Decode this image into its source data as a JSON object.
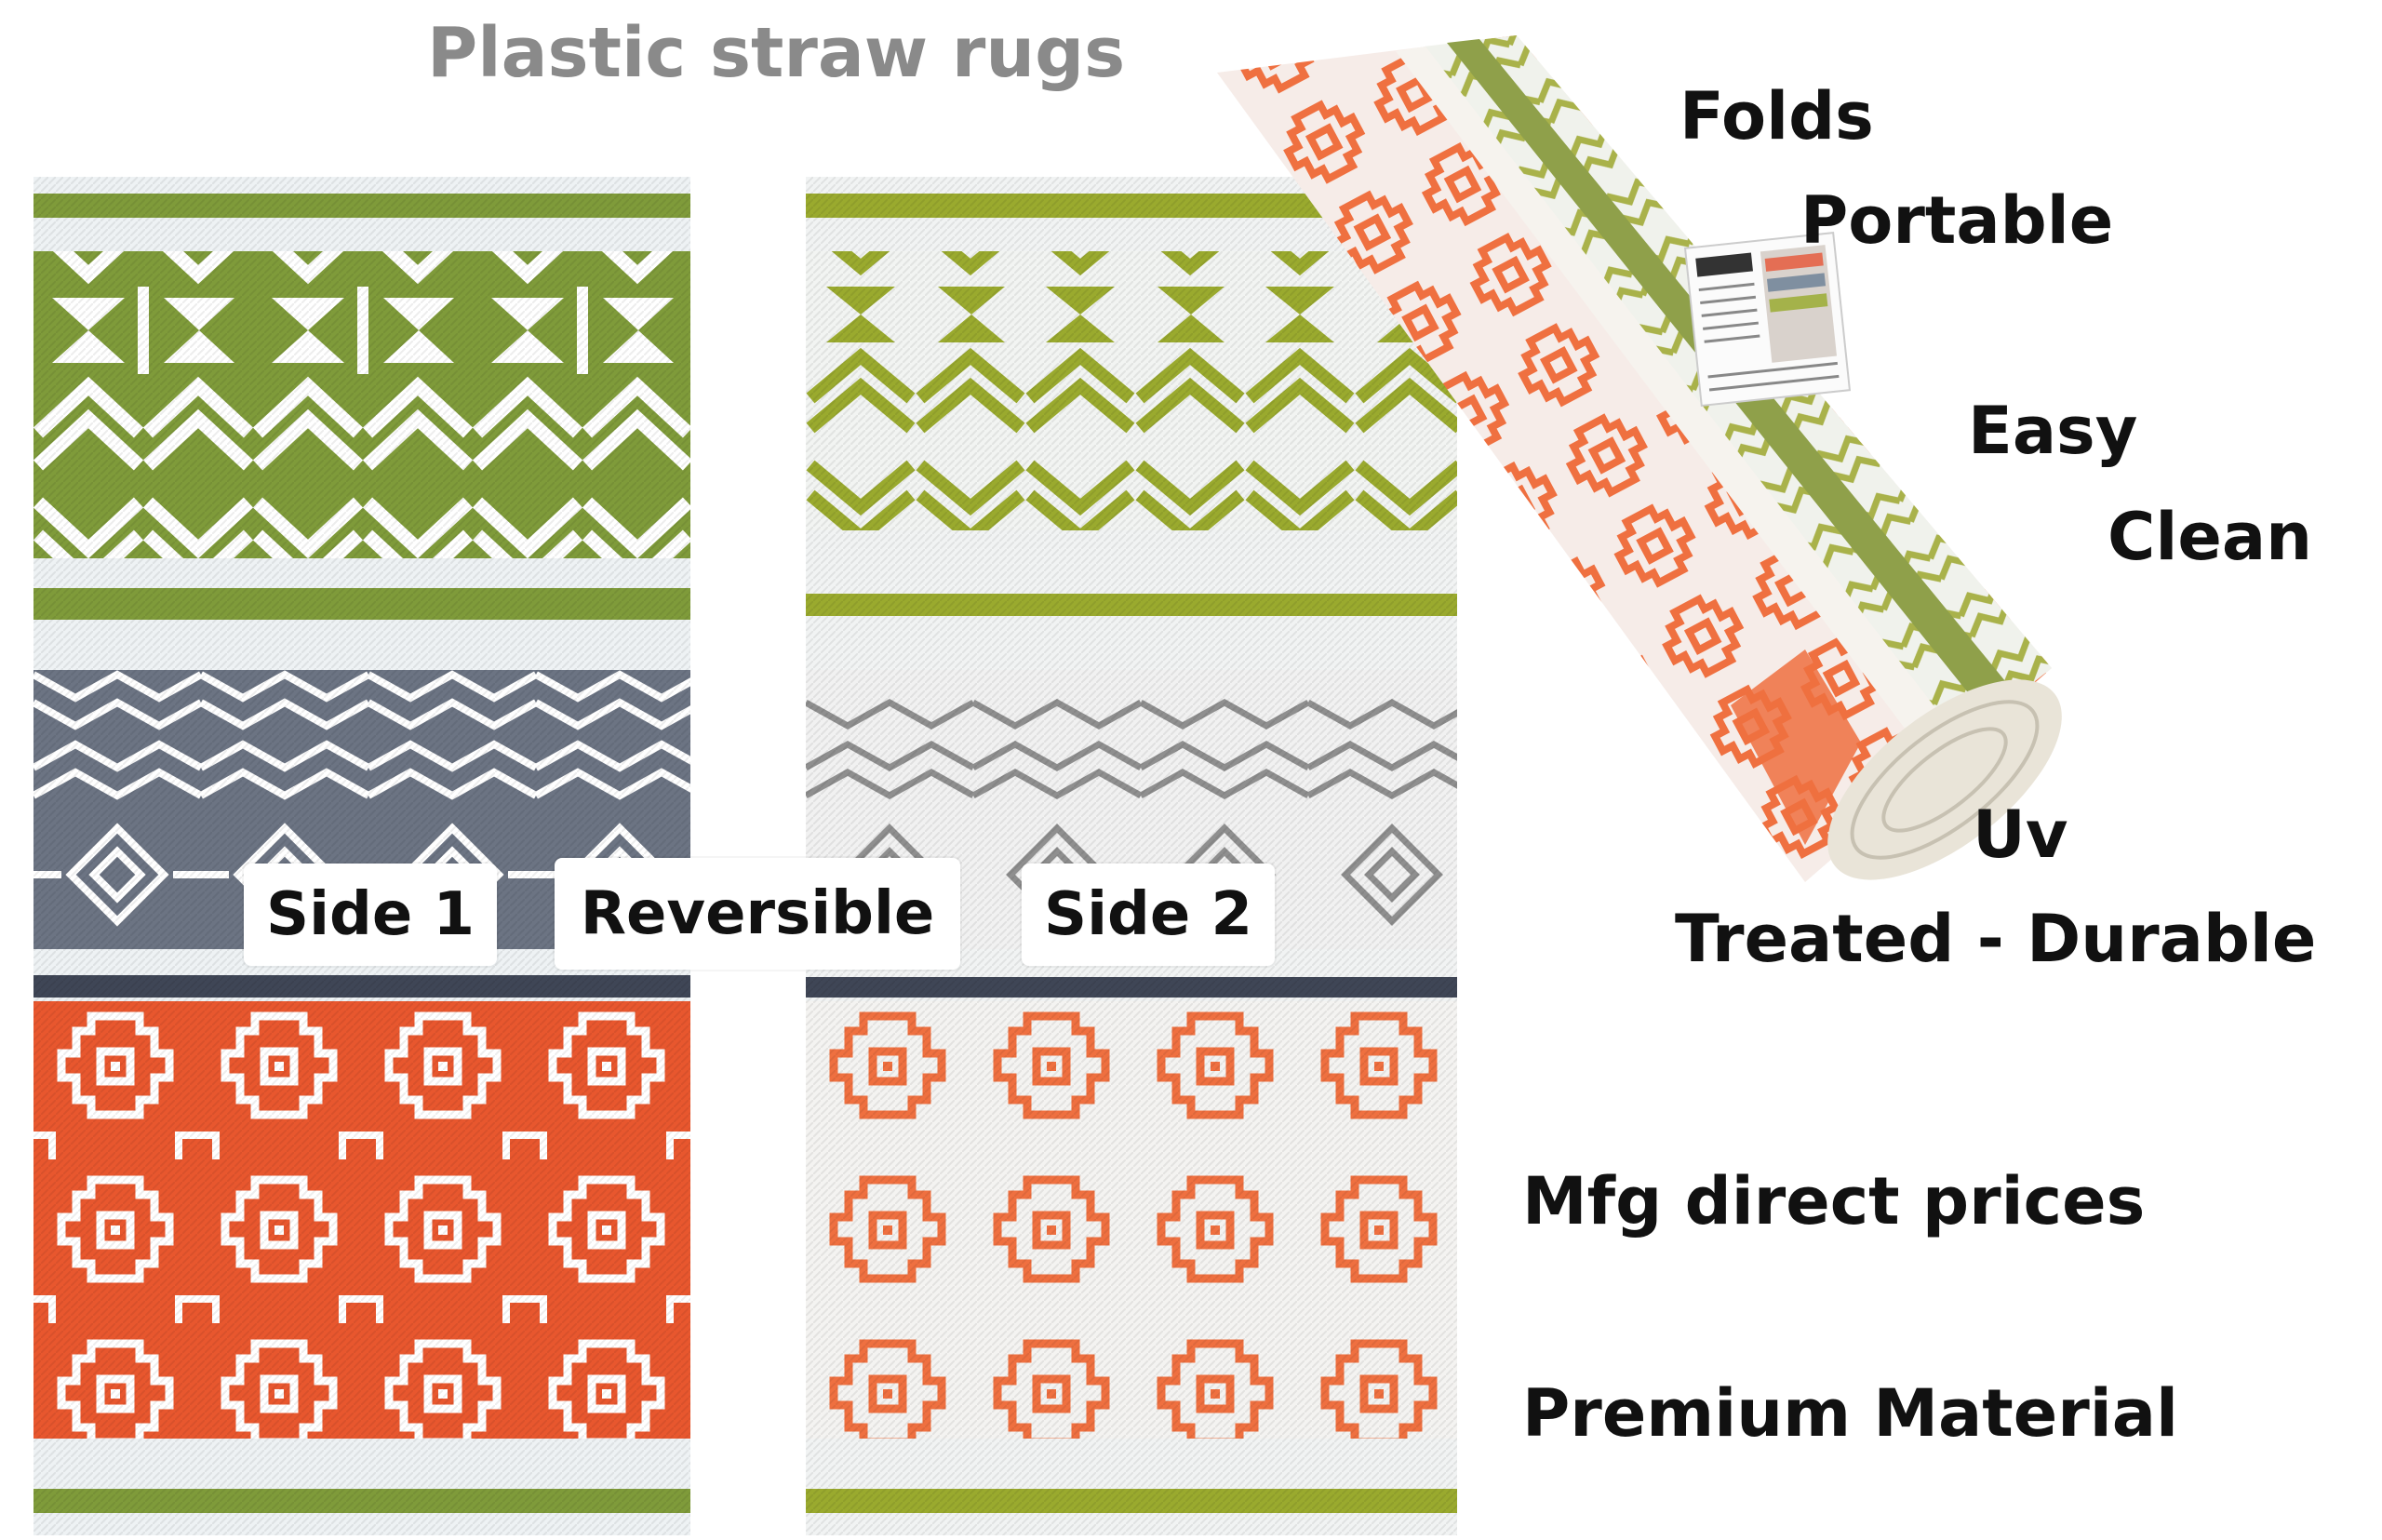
{
  "title": "Plastic straw rugs",
  "labels": {
    "side1": "Side 1",
    "reversible": "Reversible",
    "side2": "Side 2"
  },
  "features": {
    "folds": "Folds",
    "portable": "Portable",
    "easy": "Easy",
    "clean": "Clean",
    "uv": "Uv",
    "treated": "Treated - Durable",
    "mfg": "Mfg direct prices",
    "premium": "Premium Material"
  },
  "colors": {
    "green": "#7f9b3a",
    "lime": "#9aaa2e",
    "grey": "#6c7483",
    "greyLight": "#8f8f8f",
    "orange": "#e8572e",
    "orangeLight": "#ef7040",
    "cream": "#eef2f4",
    "navy": "#3f4656"
  }
}
